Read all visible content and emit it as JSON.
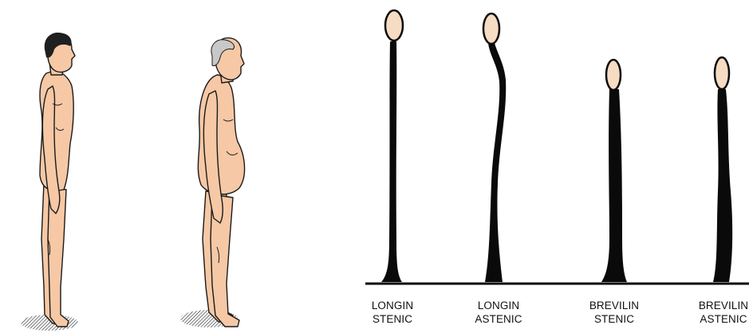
{
  "colors": {
    "skin": "#f6c8a5",
    "skin_shadow": "#d89c7c",
    "outline": "#1a1a1a",
    "hair_young": "#1f1f1f",
    "hair_old": "#c8c8c8",
    "silhouette": "#0a0a0a",
    "head_fill": "#f6dcc2",
    "background": "#ffffff"
  },
  "illustrations": {
    "left_figure": "young-man-upright-posture",
    "right_figure": "elderly-man-stooped-posture"
  },
  "types": [
    {
      "line1": "LONGIN",
      "line2": "STENIC"
    },
    {
      "line1": "LONGIN",
      "line2": "ASTENIC"
    },
    {
      "line1": "BREVILIN",
      "line2": "STENIC"
    },
    {
      "line1": "BREVILIN",
      "line2": "ASTENIC"
    }
  ]
}
